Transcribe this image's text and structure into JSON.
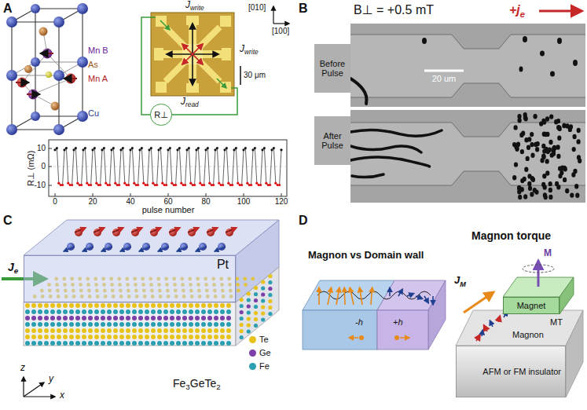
{
  "diagram": {
    "nodes": [
      {
        "text": [
          "Before Pulse"
        ]
      },
      {
        "text": [
          "After Pulse"
        ]
      },
      {
        "text": [
          "R⊥"
        ]
      },
      {
        "text": [
          "Pt"
        ]
      },
      {
        "text": [
          "Magnet"
        ]
      },
      {
        "text": [
          "AFM or FM insulator"
        ]
      }
    ],
    "labels": [
      "A",
      "Mn B",
      "As",
      "Mn A",
      "Cu",
      "[010]",
      "[100]",
      "J",
      "write",
      "J",
      "write",
      "J",
      "read",
      "30 μm",
      "R⊥ (mΩ)",
      "10",
      "0",
      "-10",
      "0",
      "20",
      "40",
      "60",
      "80",
      "100",
      "120",
      "pulse number",
      "B",
      "B⊥ = +0.5 mT",
      "+j",
      "e",
      "20 um",
      "C",
      "J",
      "e",
      "Fe",
      "3",
      "GeTe",
      "2",
      "z",
      "y",
      "x",
      "D",
      "Magnon vs Domain wall",
      "Magnon torque",
      "-h",
      "+h",
      "M",
      "MT",
      "Magnon",
      "J",
      "M"
    ],
    "legend": [
      {
        "text": "Te",
        "color": "#e8c21a"
      },
      {
        "text": "Ge",
        "color": "#7d3fa8"
      },
      {
        "text": "Fe",
        "color": "#2c9fb0"
      }
    ]
  }
}
